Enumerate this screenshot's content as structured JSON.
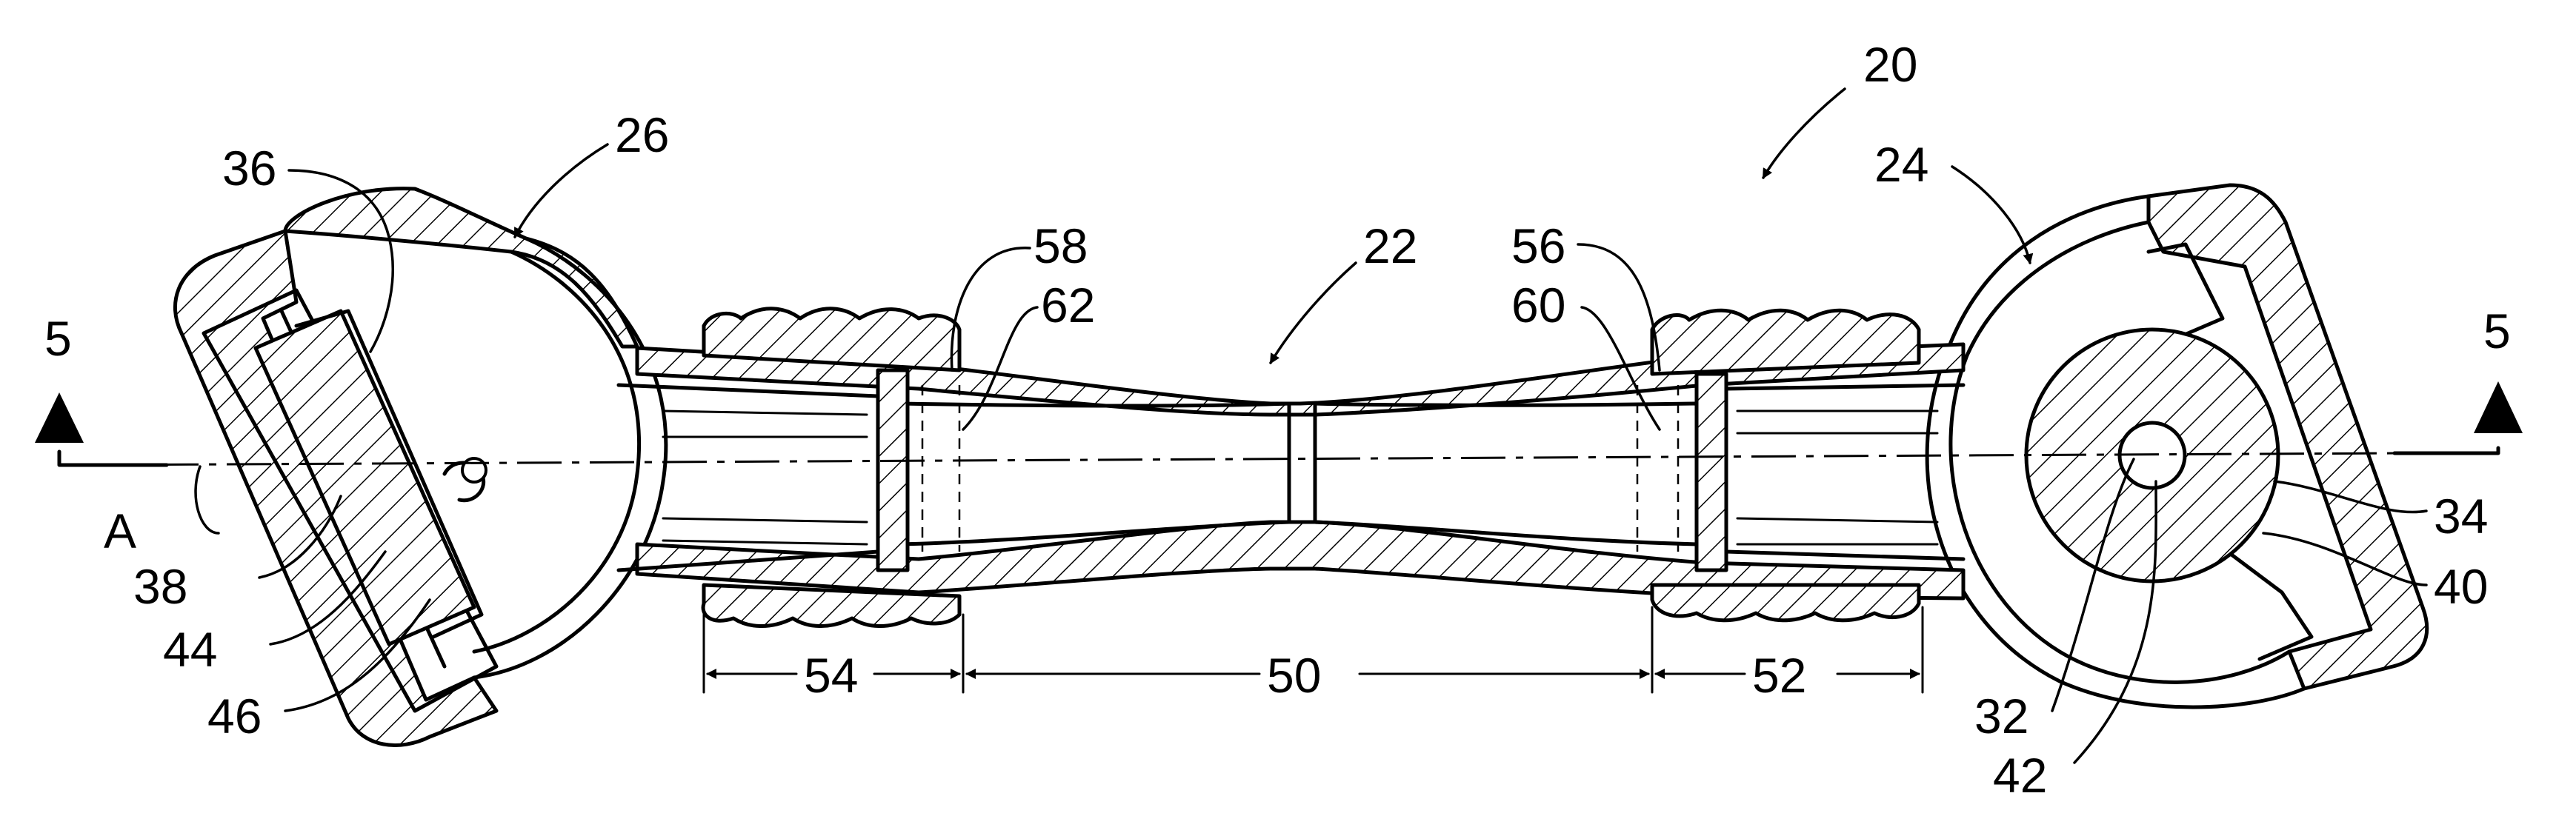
{
  "labels": {
    "l20": "20",
    "l22": "22",
    "l24": "24",
    "l26": "26",
    "l32": "32",
    "l34": "34",
    "l36": "36",
    "l38": "38",
    "l40": "40",
    "l42": "42",
    "l44": "44",
    "l46": "46",
    "l50": "50",
    "l52": "52",
    "l54": "54",
    "l56": "56",
    "l58": "58",
    "l60": "60",
    "l62": "62",
    "axis": "A",
    "section_left": "5",
    "section_right": "5"
  }
}
